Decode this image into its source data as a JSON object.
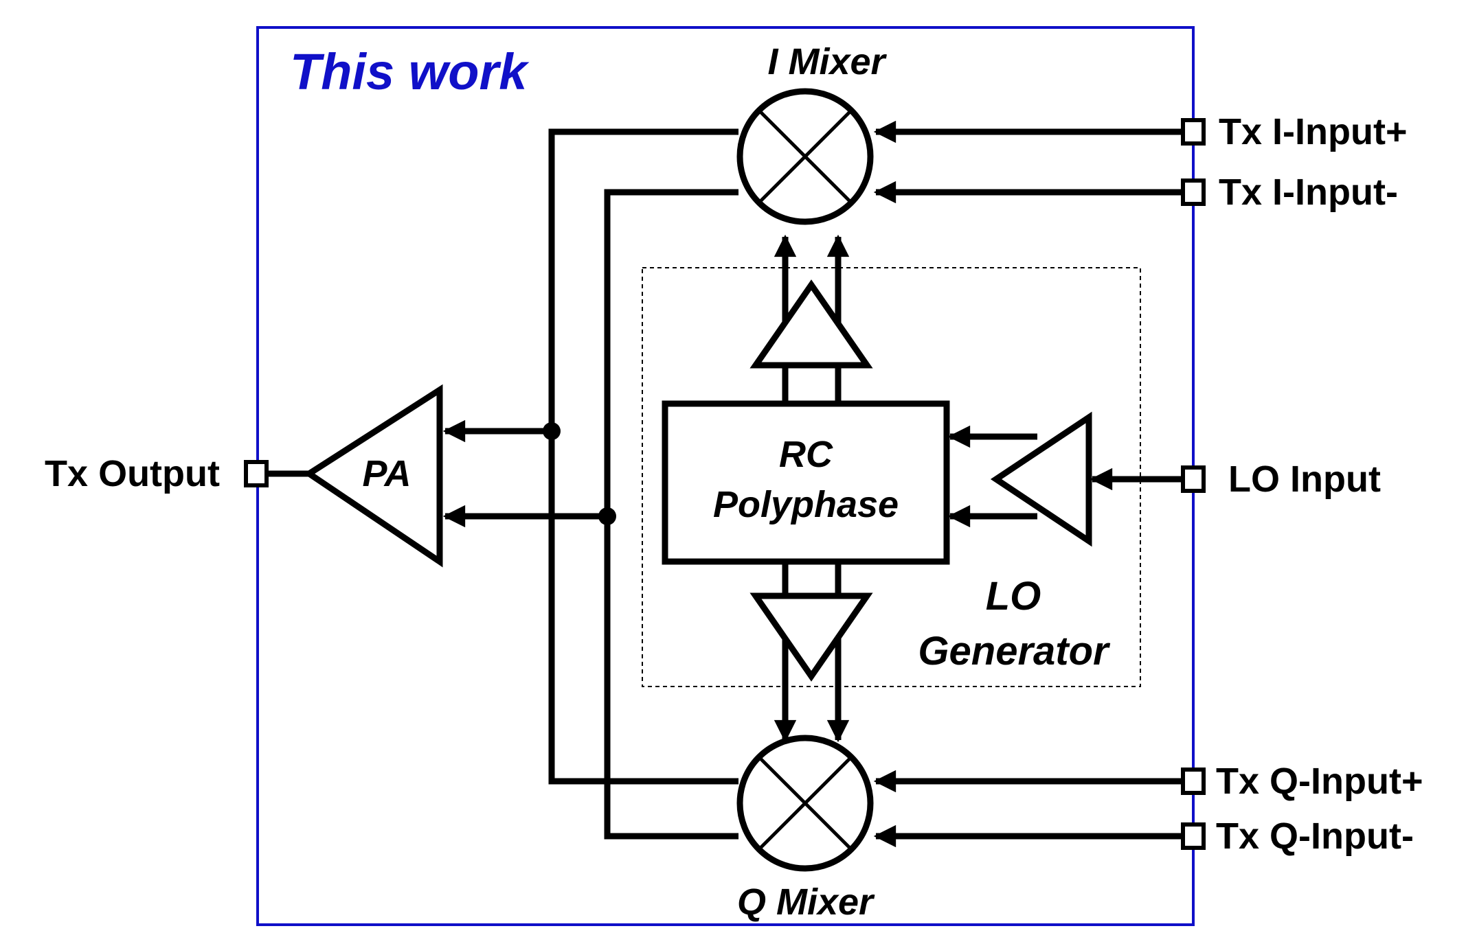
{
  "title": "This work",
  "blocks": {
    "i_mixer": "I Mixer",
    "q_mixer": "Q Mixer",
    "pa": "PA",
    "rc_line1": "RC",
    "rc_line2": "Polyphase",
    "lo_gen_line1": "LO",
    "lo_gen_line2": "Generator"
  },
  "ports": {
    "tx_output": "Tx Output",
    "tx_i_plus": "Tx I-Input+",
    "tx_i_minus": "Tx I-Input-",
    "lo_input": "LO Input",
    "tx_q_plus": "Tx Q-Input+",
    "tx_q_minus": "Tx Q-Input-"
  },
  "colors": {
    "frame": "#1010c8",
    "title": "#1010c8",
    "lines": "#000000"
  }
}
